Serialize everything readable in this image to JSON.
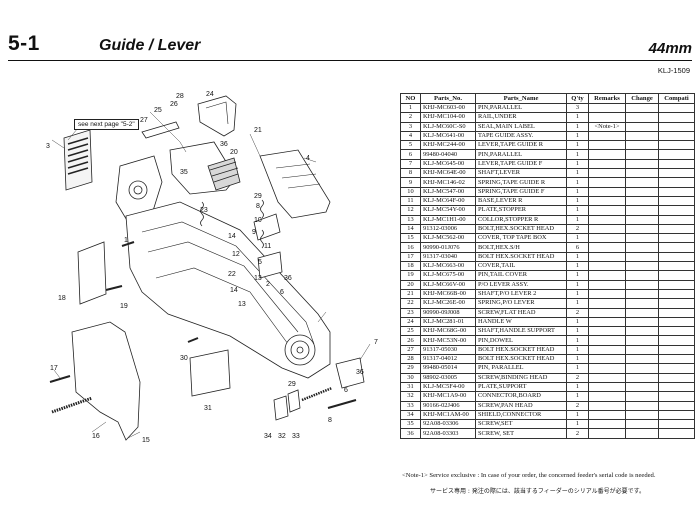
{
  "header": {
    "section_number": "5-1",
    "section_title": "Guide / Lever",
    "feeder_size": "44mm",
    "model_code": "KLJ-1509"
  },
  "diagram": {
    "callout_text": "see next page \"5-2\"",
    "callouts": [
      "1",
      "2",
      "3",
      "4",
      "5",
      "6",
      "7",
      "8",
      "9",
      "10",
      "11",
      "12",
      "13",
      "14",
      "15",
      "16",
      "17",
      "18",
      "19",
      "20",
      "21",
      "22",
      "23",
      "24",
      "25",
      "26",
      "27",
      "28",
      "29",
      "30",
      "31",
      "32",
      "33",
      "34",
      "35",
      "36"
    ]
  },
  "table": {
    "headers": [
      "NO",
      "Parts_No.",
      "Parts_Name",
      "Q'ty",
      "Remarks",
      "Change",
      "Compati"
    ],
    "rows": [
      {
        "no": "1",
        "part_no": "KHJ-MC603-00",
        "name": "PIN,PARALLEL",
        "qty": "3",
        "remarks": ""
      },
      {
        "no": "2",
        "part_no": "KHJ-MC104-00",
        "name": "RAIL,UNDER",
        "qty": "1",
        "remarks": ""
      },
      {
        "no": "3",
        "part_no": "KLJ-MC60C-S0",
        "name": "SEAL,MAIN LABEL",
        "qty": "1",
        "remarks": "<Note-1>"
      },
      {
        "no": "4",
        "part_no": "KLJ-MC641-00",
        "name": "TAPE GUIDE ASSY.",
        "qty": "1",
        "remarks": ""
      },
      {
        "no": "5",
        "part_no": "KHJ-MC244-00",
        "name": "LEVER,TAPE GUIDE R",
        "qty": "1",
        "remarks": ""
      },
      {
        "no": "6",
        "part_no": "99480-04040",
        "name": "PIN,PARALLEL",
        "qty": "1",
        "remarks": ""
      },
      {
        "no": "7",
        "part_no": "KLJ-MC645-00",
        "name": "LEVER,TAPE GUIDE F",
        "qty": "1",
        "remarks": ""
      },
      {
        "no": "8",
        "part_no": "KHJ-MC64E-00",
        "name": "SHAFT,LEVER",
        "qty": "1",
        "remarks": ""
      },
      {
        "no": "9",
        "part_no": "KHJ-MC146-02",
        "name": "SPRING,TAPE GUIDE R",
        "qty": "1",
        "remarks": ""
      },
      {
        "no": "10",
        "part_no": "KLJ-MC547-00",
        "name": "SPRING,TAPE GUIDE F",
        "qty": "1",
        "remarks": ""
      },
      {
        "no": "11",
        "part_no": "KLJ-MC64F-00",
        "name": "BASE,LEVER R",
        "qty": "1",
        "remarks": ""
      },
      {
        "no": "12",
        "part_no": "KLJ-MC54Y-00",
        "name": "PLATE,STOPPER",
        "qty": "1",
        "remarks": ""
      },
      {
        "no": "13",
        "part_no": "KLJ-MC1H1-00",
        "name": "COLLOR,STOPPER R",
        "qty": "1",
        "remarks": ""
      },
      {
        "no": "14",
        "part_no": "91312-03006",
        "name": "BOLT,HEX.SOCKET HEAD",
        "qty": "2",
        "remarks": ""
      },
      {
        "no": "15",
        "part_no": "KLJ-MC562-00",
        "name": "COVER, TOP TAPE BOX",
        "qty": "1",
        "remarks": ""
      },
      {
        "no": "16",
        "part_no": "90990-01J076",
        "name": "BOLT,HEX.S/H",
        "qty": "6",
        "remarks": ""
      },
      {
        "no": "17",
        "part_no": "91317-03040",
        "name": "BOLT HEX.SOCKET HEAD",
        "qty": "1",
        "remarks": ""
      },
      {
        "no": "18",
        "part_no": "KLJ-MC663-00",
        "name": "COVER,TAIL",
        "qty": "1",
        "remarks": ""
      },
      {
        "no": "19",
        "part_no": "KLJ-MC675-00",
        "name": "PIN,TAIL COVER",
        "qty": "1",
        "remarks": ""
      },
      {
        "no": "20",
        "part_no": "KLJ-MC66V-00",
        "name": "P/O LEVER ASSY.",
        "qty": "1",
        "remarks": ""
      },
      {
        "no": "21",
        "part_no": "KHJ-MC66B-00",
        "name": "SHAFT,P/O LEVER 2",
        "qty": "1",
        "remarks": ""
      },
      {
        "no": "22",
        "part_no": "KLJ-MC26E-00",
        "name": "SPRING,P/O LEVER",
        "qty": "1",
        "remarks": ""
      },
      {
        "no": "23",
        "part_no": "90990-09J008",
        "name": "SCREW,FLAT HEAD",
        "qty": "2",
        "remarks": ""
      },
      {
        "no": "24",
        "part_no": "KLJ-MC281-01",
        "name": "HANDLE W",
        "qty": "1",
        "remarks": ""
      },
      {
        "no": "25",
        "part_no": "KHJ-MC68G-00",
        "name": "SHAFT,HANDLE SUPPORT",
        "qty": "1",
        "remarks": ""
      },
      {
        "no": "26",
        "part_no": "KHJ-MC53N-00",
        "name": "PIN,DOWEL",
        "qty": "1",
        "remarks": ""
      },
      {
        "no": "27",
        "part_no": "91317-05030",
        "name": "BOLT HEX.SOCKET HEAD",
        "qty": "1",
        "remarks": ""
      },
      {
        "no": "28",
        "part_no": "91317-04012",
        "name": "BOLT HEX.SOCKET HEAD",
        "qty": "1",
        "remarks": ""
      },
      {
        "no": "29",
        "part_no": "99480-05014",
        "name": "PIN, PARALLEL",
        "qty": "1",
        "remarks": ""
      },
      {
        "no": "30",
        "part_no": "98902-03005",
        "name": "SCREW,BINDING HEAD",
        "qty": "2",
        "remarks": ""
      },
      {
        "no": "31",
        "part_no": "KLJ-MC5F4-00",
        "name": "PLATE,SUPPORT",
        "qty": "1",
        "remarks": ""
      },
      {
        "no": "32",
        "part_no": "KHJ-MC1A9-00",
        "name": "CONNECTOR,BOARD",
        "qty": "1",
        "remarks": ""
      },
      {
        "no": "33",
        "part_no": "90166-02J406",
        "name": "SCREW,PAN HEAD",
        "qty": "2",
        "remarks": ""
      },
      {
        "no": "34",
        "part_no": "KHJ-MC1AM-00",
        "name": "SHIELD,CONNECTOR",
        "qty": "1",
        "remarks": ""
      },
      {
        "no": "35",
        "part_no": "92A08-03306",
        "name": "SCREW,SET",
        "qty": "1",
        "remarks": ""
      },
      {
        "no": "36",
        "part_no": "92A08-03303",
        "name": "SCREW, SET",
        "qty": "2",
        "remarks": ""
      }
    ]
  },
  "footnote": {
    "note_en": "<Note-1> Service exclusive : In case of your order, the concerned feeder's serial code is needed.",
    "note_jp": "サービス専用 : 発注の際には、該当するフィーダーのシリアル番号が必要です。"
  }
}
